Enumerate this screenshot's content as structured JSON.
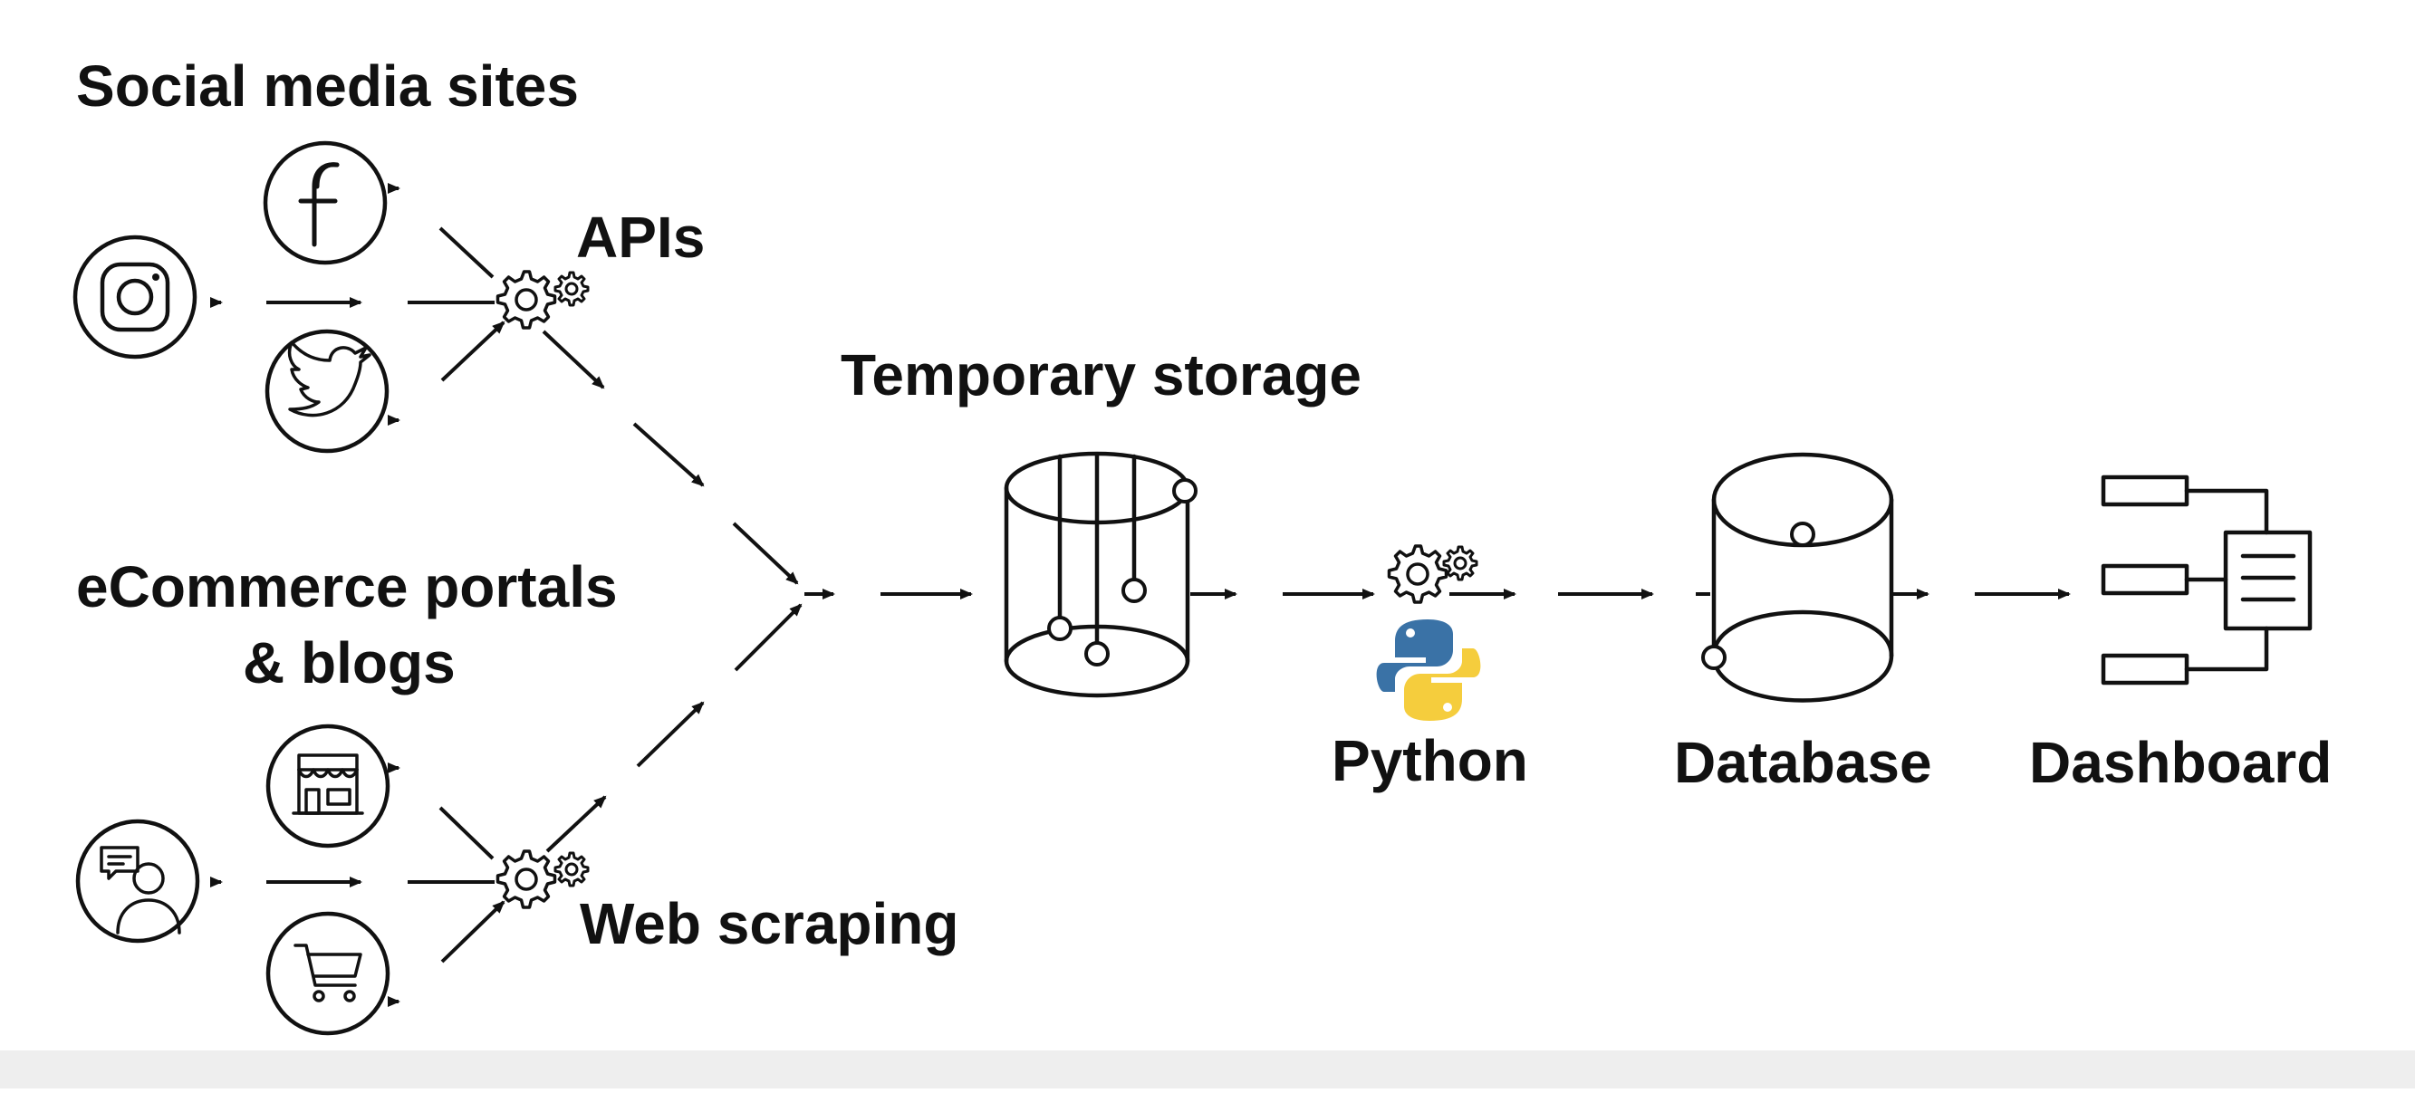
{
  "labels": {
    "social_media": "Social media sites",
    "apis": "APIs",
    "ecommerce_line1": "eCommerce portals",
    "ecommerce_line2": "& blogs",
    "web_scraping": "Web scraping",
    "temporary_storage": "Temporary storage",
    "python": "Python",
    "database": "Database",
    "dashboard": "Dashboard"
  },
  "icons": {
    "facebook": "facebook-icon",
    "instagram": "instagram-icon",
    "twitter": "twitter-icon",
    "store": "store-icon",
    "user_comment": "user-comment-icon",
    "cart": "shopping-cart-icon",
    "gears": "gears-icon",
    "python_logo": "python-logo-icon",
    "temporary_storage": "temporary-storage-cylinder-icon",
    "database": "database-cylinder-icon",
    "dashboard": "dashboard-icon"
  },
  "colors": {
    "ink": "#111111",
    "python_blue": "#3a72a6",
    "python_yellow": "#f5cd3d",
    "footer": "#eeeeee"
  }
}
